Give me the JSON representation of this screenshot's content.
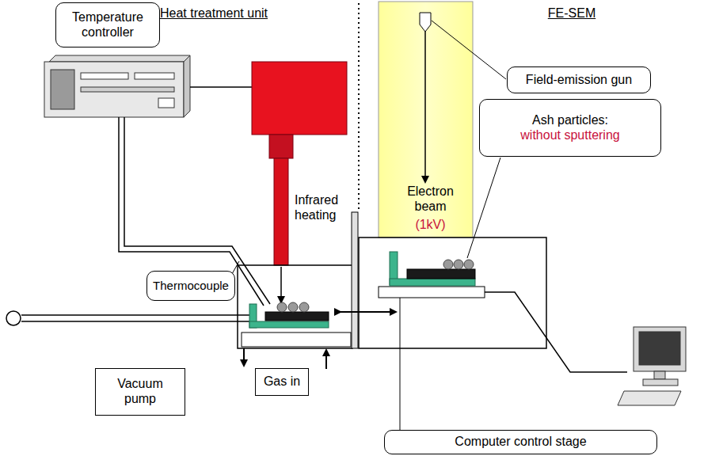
{
  "diagram": {
    "nodes": [
      {
        "text": [
          "Temperature controller"
        ]
      },
      {
        "text": [
          "Electron beam",
          "(1kV)"
        ]
      },
      {
        "text": [
          "Field-emission gun"
        ]
      },
      {
        "text": [
          "Ash particles:",
          "without sputtering"
        ]
      },
      {
        "text": [
          "Thermocouple"
        ]
      },
      {
        "text": [
          "Vacuum pump"
        ]
      },
      {
        "text": [
          "Gas in"
        ]
      },
      {
        "text": [
          "Computer control stage"
        ]
      }
    ],
    "labels": [
      "Heat treatment unit",
      "FE-SEM",
      "Infrared heating"
    ]
  }
}
